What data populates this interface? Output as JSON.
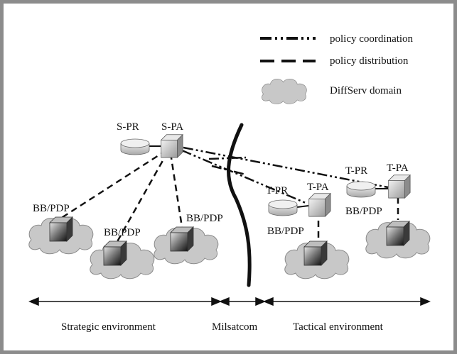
{
  "legend": {
    "coordination": "policy coordination",
    "distribution": "policy distribution",
    "domain": "DiffServ domain"
  },
  "nodes": {
    "s_pr": "S-PR",
    "s_pa": "S-PA",
    "t_pr": "T-PR",
    "t_pa": "T-PA",
    "bb_pdp": "BB/PDP"
  },
  "environments": {
    "strategic": "Strategic environment",
    "milsatcom": "Milsatcom",
    "tactical": "Tactical environment"
  },
  "colors": {
    "frame": "#8c8c8c",
    "line": "#111111",
    "cloud": "#c8c8c8",
    "router": "#c9c9c9"
  }
}
